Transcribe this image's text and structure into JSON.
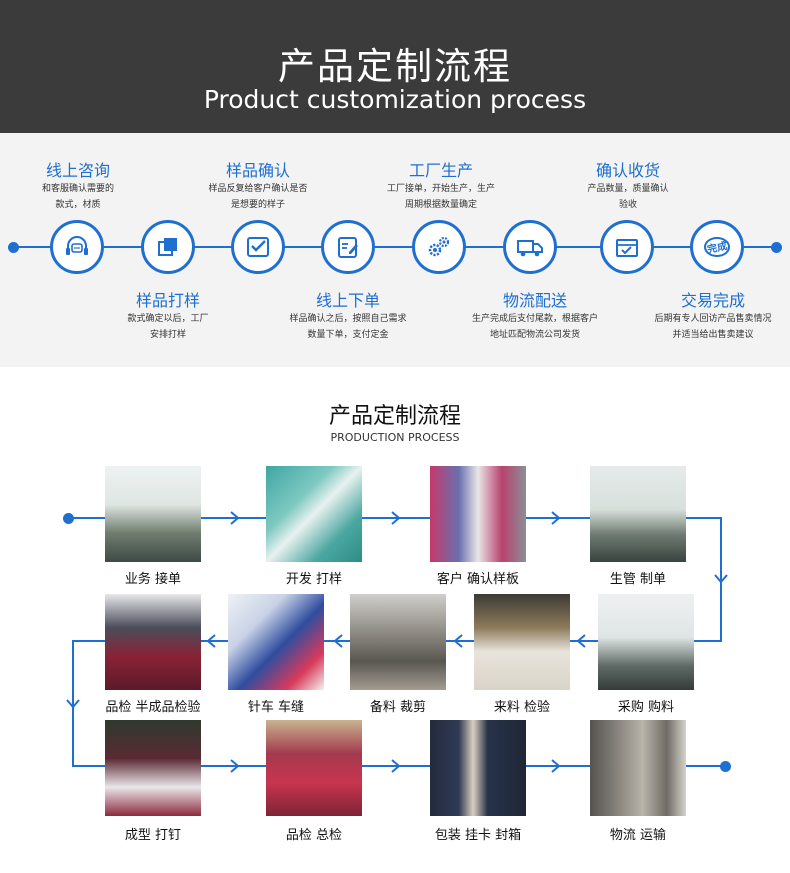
{
  "header": {
    "title_cn": "产品定制流程",
    "title_en": "Product customization process"
  },
  "steps": [
    {
      "title": "线上咨询",
      "desc1": "和客服确认需要的",
      "desc2": "款式，材质",
      "icon": "headset-chat-icon"
    },
    {
      "title": "样品打样",
      "desc1": "款式确定以后，工厂",
      "desc2": "安排打样",
      "icon": "layers-icon"
    },
    {
      "title": "样品确认",
      "desc1": "样品反复给客户确认是否",
      "desc2": "是想要的样子",
      "icon": "checkbox-icon"
    },
    {
      "title": "线上下单",
      "desc1": "样品确认之后，按照自己需求",
      "desc2": "数量下单，支付定金",
      "icon": "edit-document-icon"
    },
    {
      "title": "工厂生产",
      "desc1": "工厂接单，开始生产，生产",
      "desc2": "周期根据数量确定",
      "icon": "gears-icon"
    },
    {
      "title": "物流配送",
      "desc1": "生产完成后支付尾款，根据客户",
      "desc2": "地址匹配物流公司发货",
      "icon": "truck-icon"
    },
    {
      "title": "确认收货",
      "desc1": "产品数量，质量确认",
      "desc2": "验收",
      "icon": "package-check-icon"
    },
    {
      "title": "交易完成",
      "desc1": "后期有专人回访产品售卖情况",
      "desc2": "并适当给出售卖建议",
      "icon": "completed-stamp-icon"
    }
  ],
  "stamp_text": "完成",
  "production": {
    "title": "产品定制流程",
    "subtitle": "PRODUCTION PROCESS",
    "row1": [
      "业务 接单",
      "开发 打样",
      "客户 确认样板",
      "生管 制单"
    ],
    "row2": [
      "品检 半成品检验",
      "针车 车缝",
      "备料 裁剪",
      "来料 检验",
      "采购 购料"
    ],
    "row3": [
      "成型 打钉",
      "品检 总检",
      "包装 挂卡 封箱",
      "物流 运输"
    ]
  },
  "colors": {
    "accent": "#1e6fd0",
    "header_bg": "#3b3b3b",
    "band_bg": "#f3f3f3"
  }
}
